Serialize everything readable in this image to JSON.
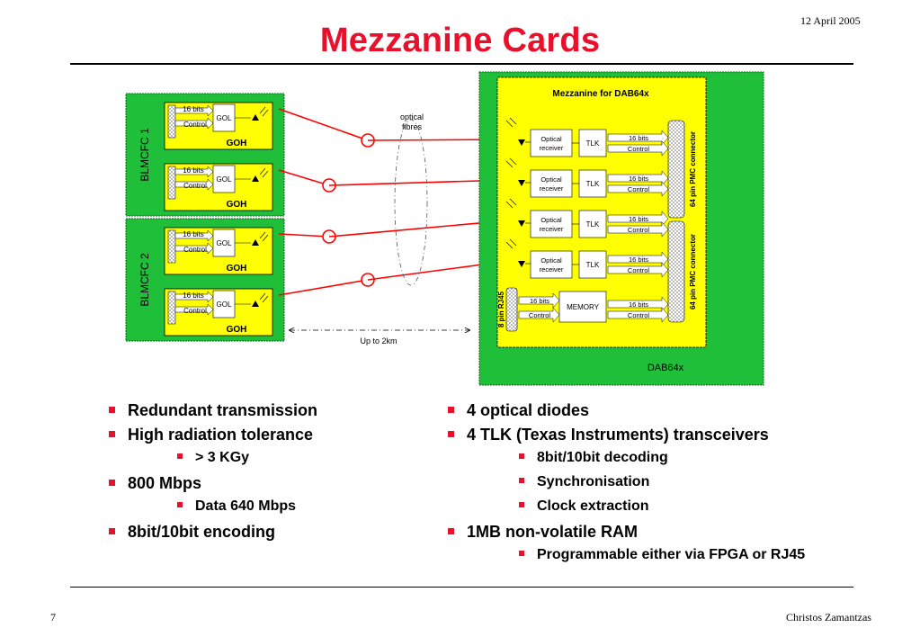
{
  "header": {
    "date": "12 April 2005",
    "title": "Mezzanine Cards"
  },
  "diagram": {
    "blm_cards": [
      {
        "label": "BLMCFC 1"
      },
      {
        "label": "BLMCFC 2"
      }
    ],
    "transmitter": {
      "bits_label": "16 bits",
      "control_label": "Control",
      "gol_label": "GOL",
      "goh_label": "GOH"
    },
    "fibres_label": "optical\nfibres",
    "distance_label": "Up to 2km",
    "dab": {
      "mezzanine_title": "Mezzanine for DAB64x",
      "board_label": "DAB64x",
      "receiver_label": "Optical receiver",
      "tlk_label": "TLK",
      "bits_label": "16 bits",
      "control_label": "Control",
      "memory_label": "MEMORY",
      "rj45_label": "8 pin RJ45",
      "pmc_label": "64 pin PMC connector"
    },
    "colors": {
      "board_green": "#1fbf3a",
      "card_yellow": "#ffff00",
      "fibre_red": "#ff0000",
      "title_red": "#e8102a"
    }
  },
  "left_bullets": [
    {
      "text": "Redundant transmission",
      "level": 1
    },
    {
      "text": "High radiation tolerance",
      "level": 1
    },
    {
      "text": "> 3 KGy",
      "level": 2
    },
    {
      "text": "800 Mbps",
      "level": 1
    },
    {
      "text": "Data 640 Mbps",
      "level": 2
    },
    {
      "text": "8bit/10bit encoding",
      "level": 1
    }
  ],
  "right_bullets": [
    {
      "text": "4 optical diodes",
      "level": 1
    },
    {
      "text": "4 TLK (Texas Instruments) transceivers",
      "level": 1
    },
    {
      "text": "8bit/10bit decoding",
      "level": 2
    },
    {
      "text": "Synchronisation",
      "level": 2
    },
    {
      "text": "Clock extraction",
      "level": 2
    },
    {
      "text": "1MB non-volatile RAM",
      "level": 1
    },
    {
      "text": "Programmable either via FPGA or RJ45",
      "level": 2
    }
  ],
  "footer": {
    "page_number": "7",
    "author": "Christos Zamantzas"
  }
}
